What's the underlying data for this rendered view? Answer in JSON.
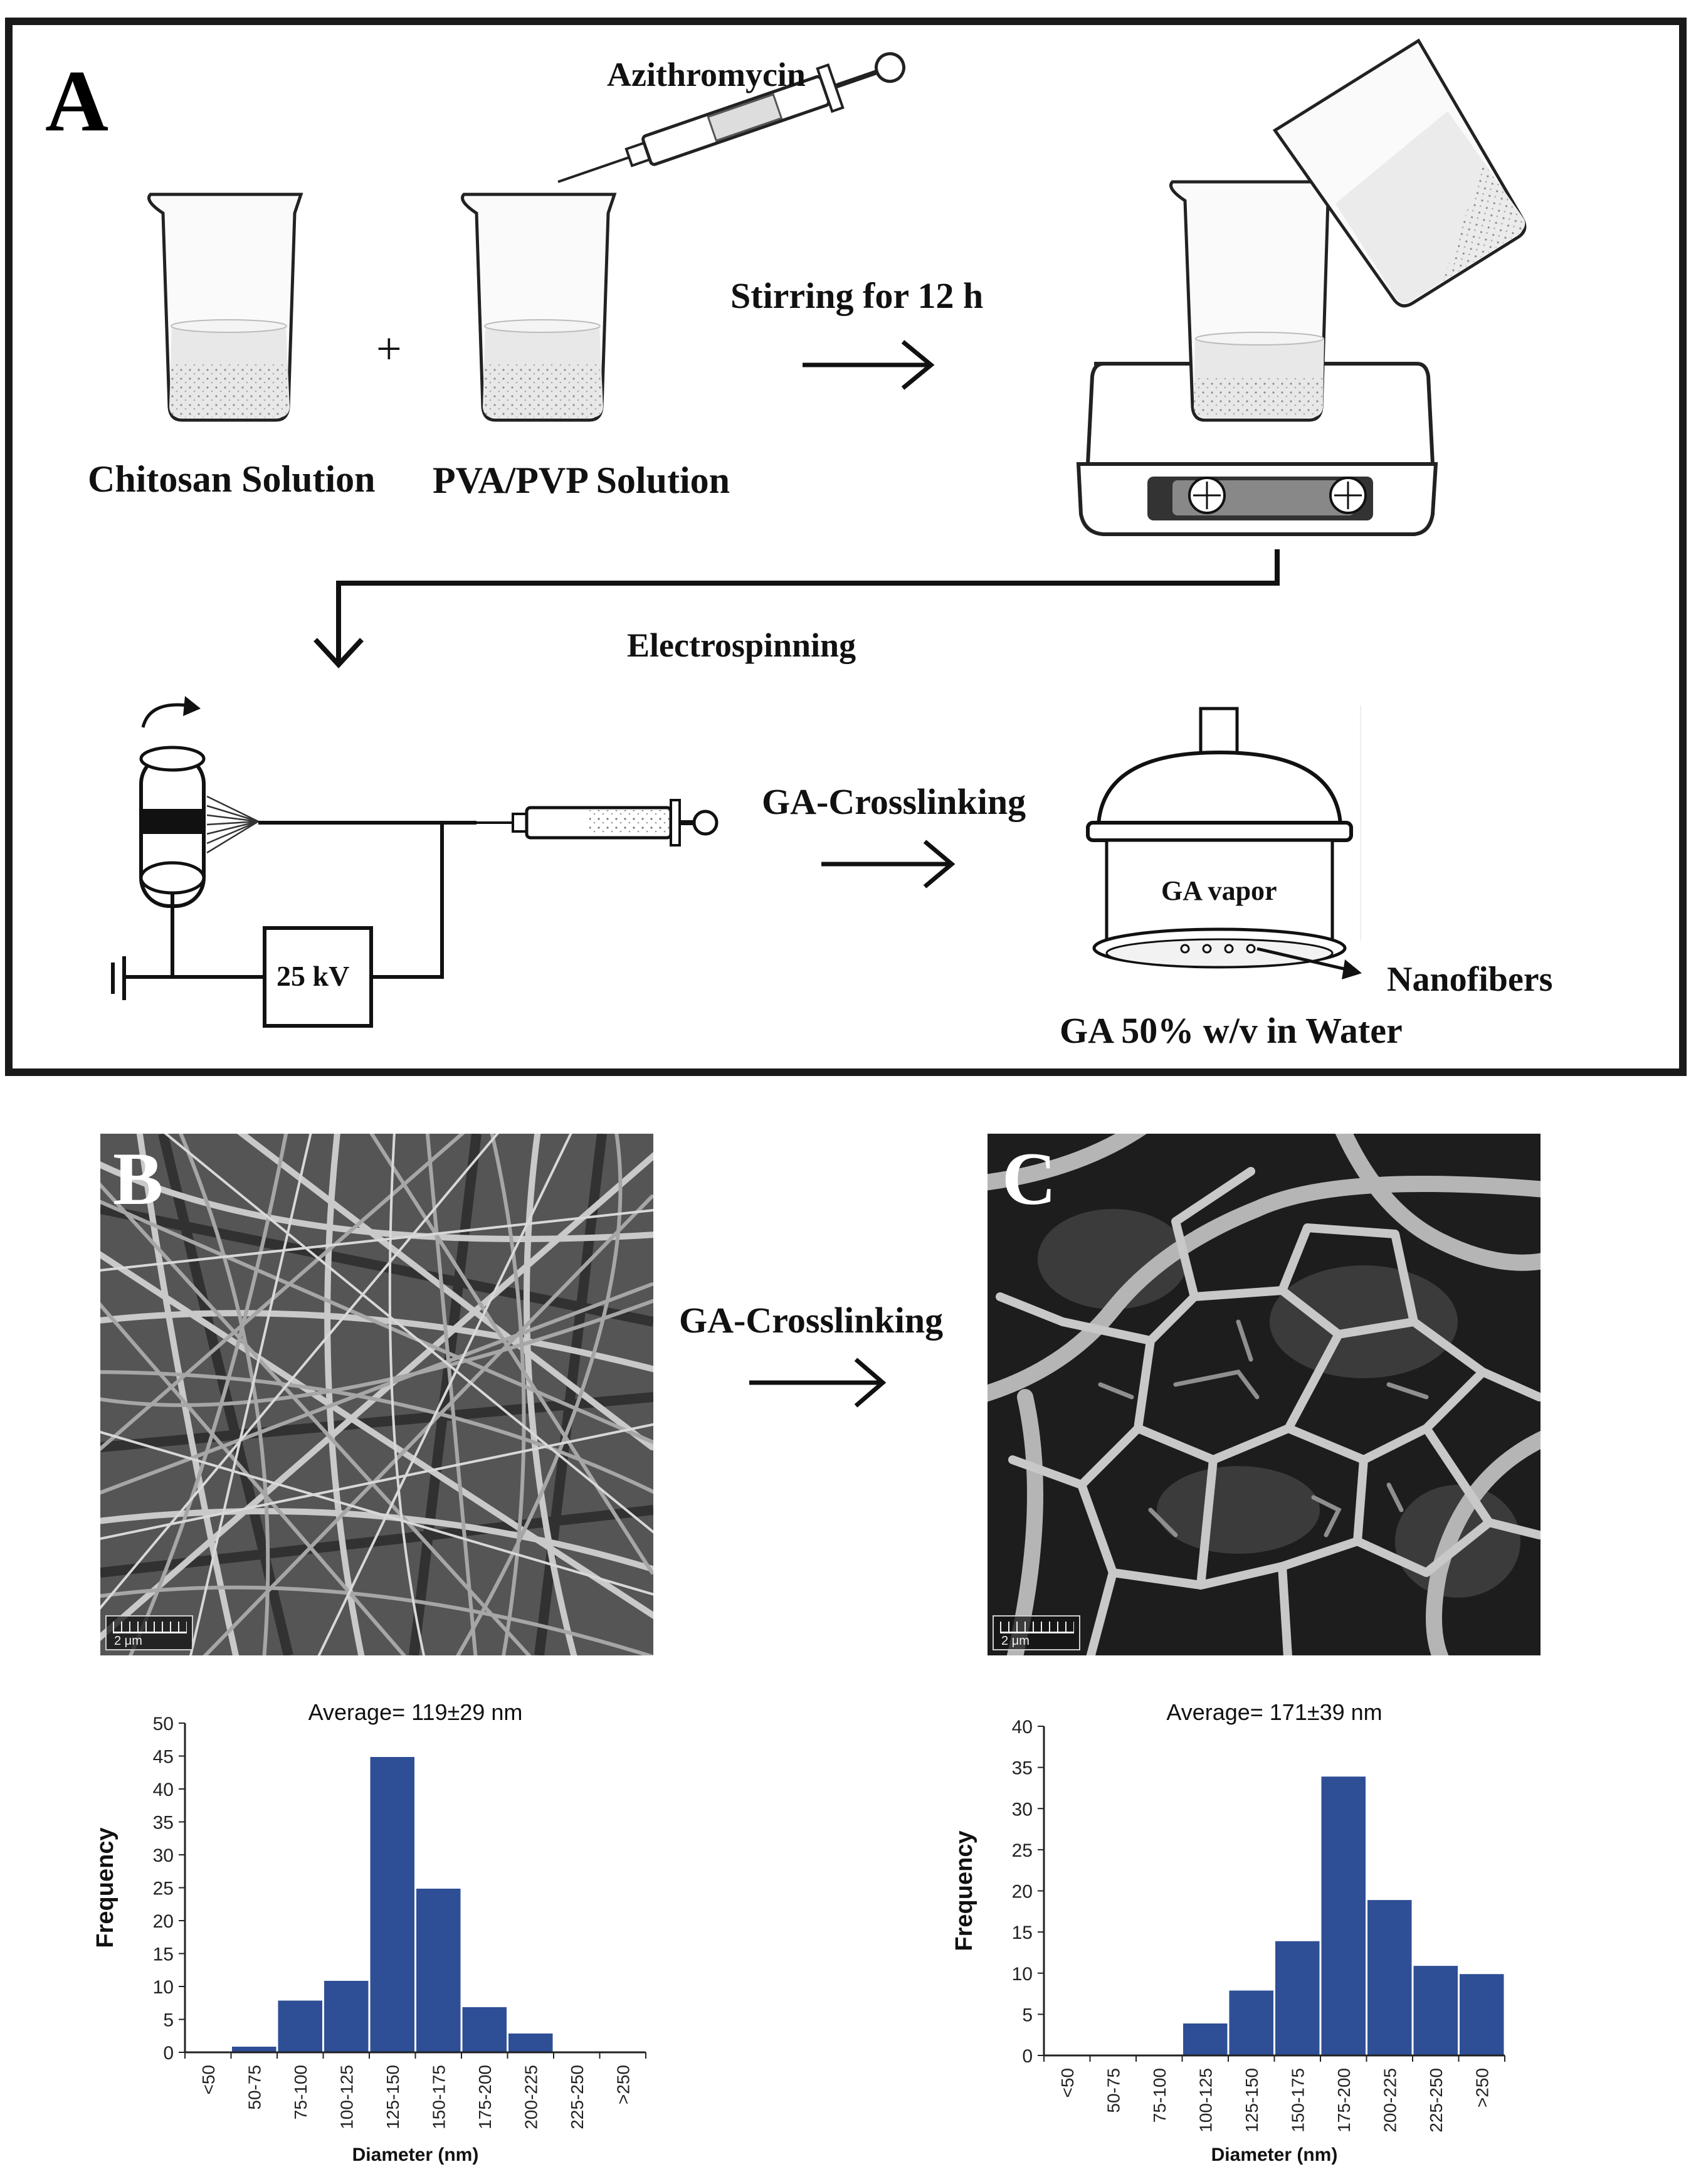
{
  "panel_a": {
    "letter": "A",
    "azithromycin_label": "Azithromycin",
    "chitosan_label": "Chitosan Solution",
    "plus_sign": "+",
    "pva_label": "PVA/PVP Solution",
    "stirring_label": "Stirring for 12 h",
    "electrospinning_label": "Electrospinning",
    "voltage_label": "25 kV",
    "crosslinking_label": "GA-Crosslinking",
    "ga_vapor_label": "GA vapor",
    "nanofibers_label": "Nanofibers",
    "ga_solution_label": "GA 50% w/v in Water"
  },
  "panel_b": {
    "letter": "B",
    "scale_label": "2 μm"
  },
  "panel_c": {
    "letter": "C",
    "scale_label": "2 μm"
  },
  "middle_arrow_label": "GA-Crosslinking",
  "colors": {
    "bar_fill": "#2e4f96",
    "bar_edge": "#ffffff",
    "frame": "#1a1a1a"
  },
  "chart_data": [
    {
      "type": "bar",
      "title": "Average= 119±29 nm",
      "xlabel": "Diameter (nm)",
      "ylabel": "Frequency",
      "categories": [
        "<50",
        "50-75",
        "75-100",
        "100-125",
        "125-150",
        "150-175",
        "175-200",
        "200-225",
        "225-250",
        ">250"
      ],
      "values": [
        0,
        1,
        8,
        11,
        45,
        25,
        7,
        3,
        0,
        0
      ],
      "ylim": [
        0,
        50
      ],
      "yticks": [
        0,
        5,
        10,
        15,
        20,
        25,
        30,
        35,
        40,
        45,
        50
      ],
      "grid": false
    },
    {
      "type": "bar",
      "title": "Average= 171±39 nm",
      "xlabel": "Diameter (nm)",
      "ylabel": "Frequency",
      "categories": [
        "<50",
        "50-75",
        "75-100",
        "100-125",
        "125-150",
        "150-175",
        "175-200",
        "200-225",
        "225-250",
        ">250"
      ],
      "values": [
        0,
        0,
        0,
        4,
        8,
        14,
        34,
        19,
        11,
        10
      ],
      "ylim": [
        0,
        40
      ],
      "yticks": [
        0,
        5,
        10,
        15,
        20,
        25,
        30,
        35,
        40
      ],
      "grid": false
    }
  ]
}
